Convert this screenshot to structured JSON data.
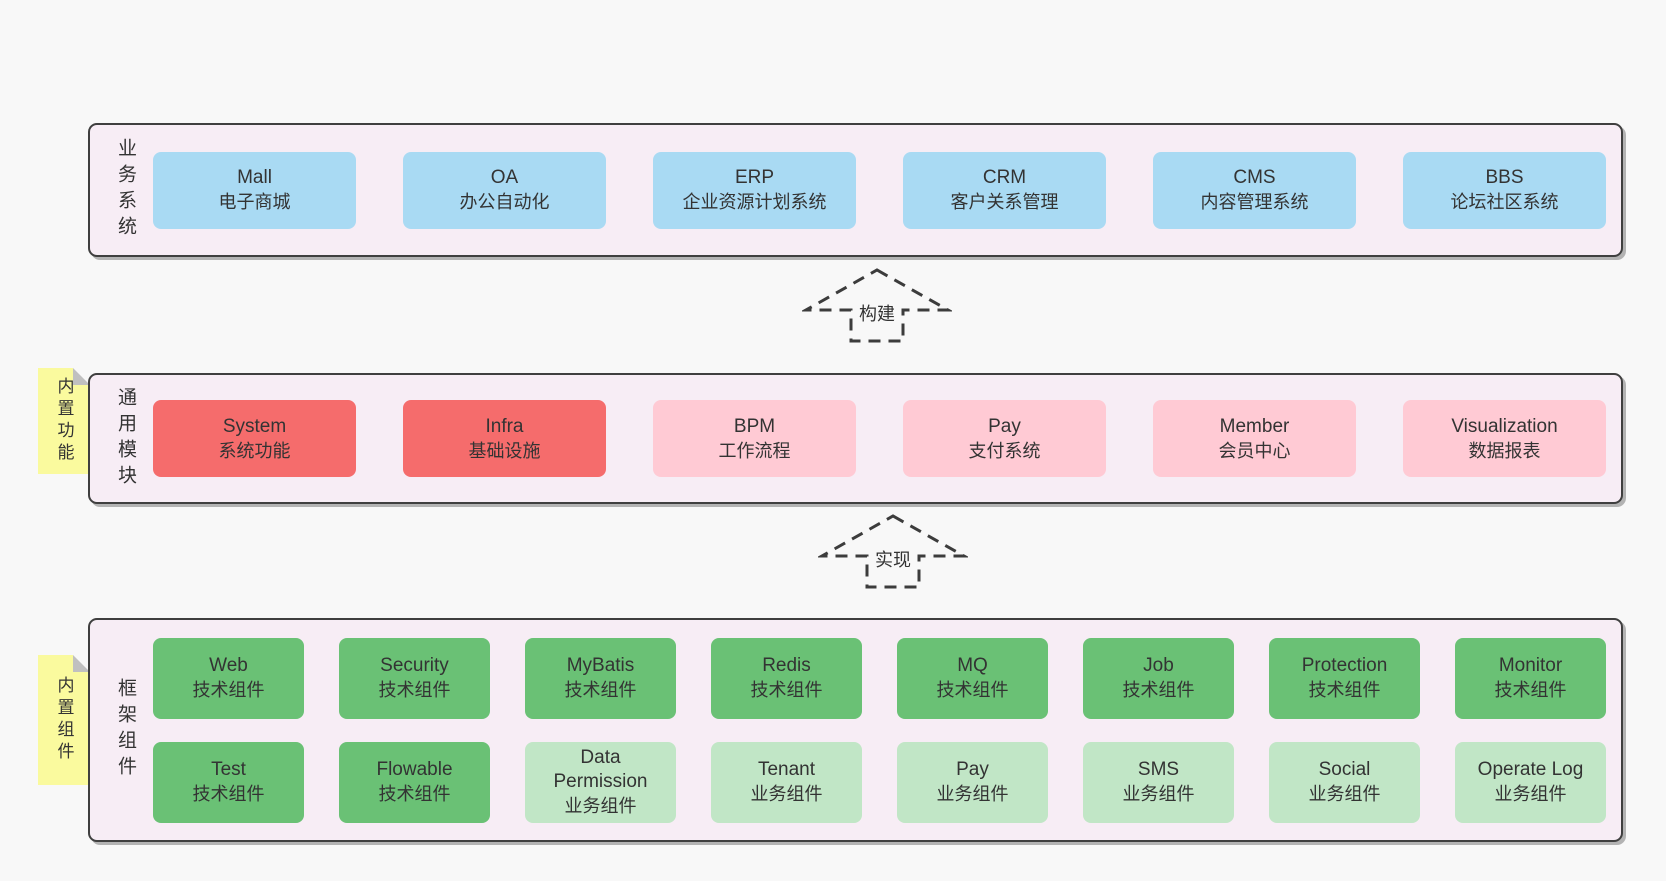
{
  "colors": {
    "page_bg": "#f8f8f8",
    "band_bg": "#f7edf5",
    "band_border": "#3f3f3f",
    "blue": "#a9daf3",
    "red": "#f56c6c",
    "pink": "#ffcad4",
    "green_dark": "#6ac175",
    "green_light": "#c1e6c6",
    "sticky_yellow": "#fafa9e",
    "fold_gray": "#c0c0c0",
    "text": "#333333",
    "arrow": "#3c3c3c"
  },
  "band1": {
    "label": "业务系统",
    "boxes": [
      {
        "name": "Mall",
        "desc": "电子商城"
      },
      {
        "name": "OA",
        "desc": "办公自动化"
      },
      {
        "name": "ERP",
        "desc": "企业资源计划系统"
      },
      {
        "name": "CRM",
        "desc": "客户关系管理"
      },
      {
        "name": "CMS",
        "desc": "内容管理系统"
      },
      {
        "name": "BBS",
        "desc": "论坛社区系统"
      }
    ]
  },
  "band2": {
    "label": "通用模块",
    "sticky": "内置功能",
    "boxes": [
      {
        "name": "System",
        "desc": "系统功能"
      },
      {
        "name": "Infra",
        "desc": "基础设施"
      },
      {
        "name": "BPM",
        "desc": "工作流程"
      },
      {
        "name": "Pay",
        "desc": "支付系统"
      },
      {
        "name": "Member",
        "desc": "会员中心"
      },
      {
        "name": "Visualization",
        "desc": "数据报表"
      }
    ]
  },
  "band3": {
    "label": "框架组件",
    "sticky": "内置组件",
    "row1": [
      {
        "name": "Web",
        "desc": "技术组件"
      },
      {
        "name": "Security",
        "desc": "技术组件"
      },
      {
        "name": "MyBatis",
        "desc": "技术组件"
      },
      {
        "name": "Redis",
        "desc": "技术组件"
      },
      {
        "name": "MQ",
        "desc": "技术组件"
      },
      {
        "name": "Job",
        "desc": "技术组件"
      },
      {
        "name": "Protection",
        "desc": "技术组件"
      },
      {
        "name": "Monitor",
        "desc": "技术组件"
      }
    ],
    "row2": [
      {
        "name": "Test",
        "desc": "技术组件"
      },
      {
        "name": "Flowable",
        "desc": "技术组件"
      },
      {
        "name": "Data Permission",
        "desc": "业务组件"
      },
      {
        "name": "Tenant",
        "desc": "业务组件"
      },
      {
        "name": "Pay",
        "desc": "业务组件"
      },
      {
        "name": "SMS",
        "desc": "业务组件"
      },
      {
        "name": "Social",
        "desc": "业务组件"
      },
      {
        "name": "Operate Log",
        "desc": "业务组件"
      }
    ]
  },
  "arrows": {
    "build": "构建",
    "implement": "实现"
  }
}
